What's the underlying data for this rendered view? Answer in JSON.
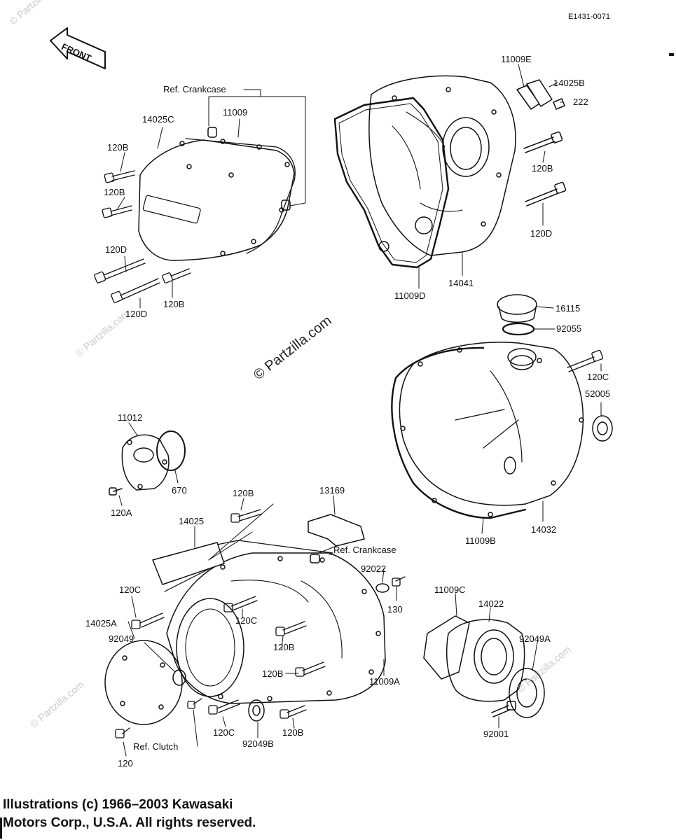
{
  "diagram_code": "E1431-0071",
  "front_label": "FRONT",
  "watermark_main": "© Partzilla.com",
  "watermark_small": "© Partzilla.com",
  "footer": {
    "line1": "Illustrations (c) 1966–2003 Kawasaki",
    "line2": "Motors Corp., U.S.A.  All rights reserved."
  },
  "refs": {
    "crankcase_top": "Ref. Crankcase",
    "crankcase_bottom": "Ref. Crankcase",
    "clutch": "Ref. Clutch"
  },
  "labels": {
    "p11009E": "11009E",
    "p14025B": "14025B",
    "p222": "222",
    "p120B_r1": "120B",
    "p120D_r1": "120D",
    "p14025C": "14025C",
    "p11009": "11009",
    "p120B_l1": "120B",
    "p120B_l2": "120B",
    "p120D_l1": "120D",
    "p120D_l2": "120D",
    "p120B_l3": "120B",
    "p11009D": "11009D",
    "p14041": "14041",
    "p16115": "16115",
    "p92055": "92055",
    "p120C_r": "120C",
    "p52005": "52005",
    "p11012": "11012",
    "p670": "670",
    "p120A": "120A",
    "p14032": "14032",
    "p11009B": "11009B",
    "p120B_m": "120B",
    "p13169": "13169",
    "p14025": "14025",
    "p92022": "92022",
    "p130": "130",
    "p120C_l": "120C",
    "p120C_m": "120C",
    "p14025A": "14025A",
    "p92049": "92049",
    "p120B_c1": "120B",
    "p120B_c2": "120B",
    "p11009A": "11009A",
    "p11009C": "11009C",
    "p14022": "14022",
    "p92049A": "92049A",
    "p120C_b": "120C",
    "p120B_b": "120B",
    "p92049B": "92049B",
    "p120": "120",
    "p92001": "92001"
  }
}
